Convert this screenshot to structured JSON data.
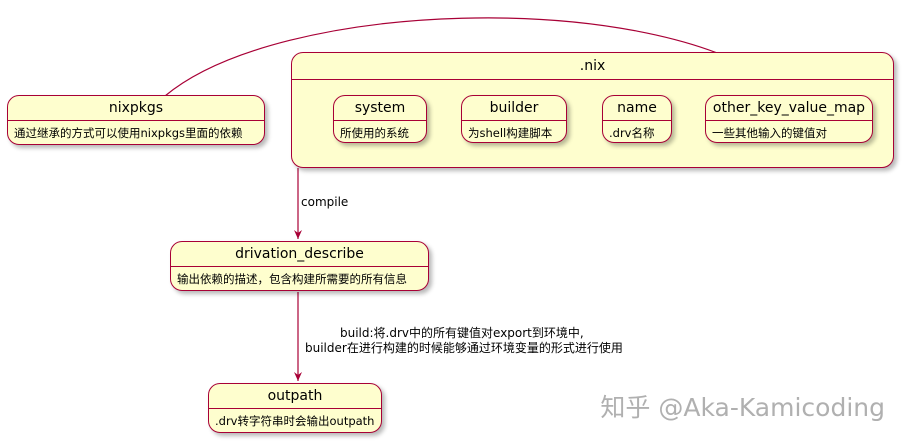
{
  "nodes": {
    "nixpkgs": {
      "title": "nixpkgs",
      "desc": "通过继承的方式可以使用nixpkgs里面的依赖"
    },
    "nix": {
      "title": ".nix"
    },
    "system": {
      "title": "system",
      "desc": "所使用的系统"
    },
    "builder": {
      "title": "builder",
      "desc": "为shell构建脚本"
    },
    "name": {
      "title": "name",
      "desc": ".drv名称"
    },
    "other_key_value_map": {
      "title": "other_key_value_map",
      "desc": "一些其他输入的键值对"
    },
    "drivation_describe": {
      "title": "drivation_describe",
      "desc": "输出依赖的描述，包含构建所需要的所有信息"
    },
    "outpath": {
      "title": "outpath",
      "desc": ".drv转字符串时会输出outpath"
    }
  },
  "edges": {
    "compile": {
      "label": "compile"
    },
    "build": {
      "label_line1": "build:将.drv中的所有键值对export到环境中,",
      "label_line2": "builder在进行构建的时候能够通过环境变量的形式进行使用"
    }
  },
  "watermark": "知乎 @Aka-Kamicoding",
  "colors": {
    "fill": "#FEFECE",
    "border": "#A80036",
    "line": "#A80036"
  }
}
